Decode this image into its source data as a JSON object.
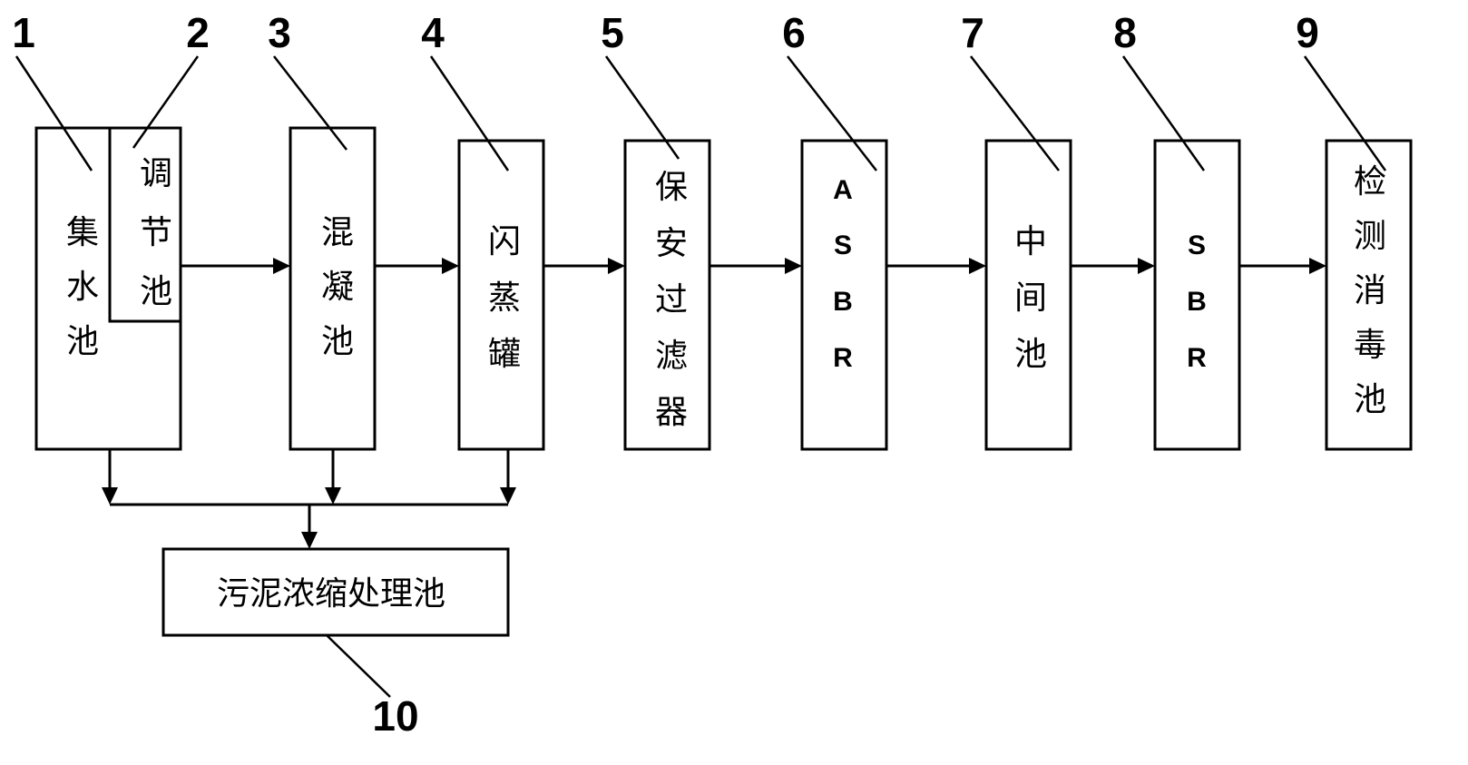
{
  "components": [
    {
      "number": "1",
      "label": [
        "集",
        "水",
        "池"
      ]
    },
    {
      "number": "2",
      "label": [
        "调",
        "节",
        "池"
      ]
    },
    {
      "number": "3",
      "label": [
        "混",
        "凝",
        "池"
      ]
    },
    {
      "number": "4",
      "label": [
        "闪",
        "蒸",
        "罐"
      ]
    },
    {
      "number": "5",
      "label": [
        "保",
        "安",
        "过",
        "滤",
        "器"
      ]
    },
    {
      "number": "6",
      "label": [
        "A",
        "S",
        "B",
        "R"
      ]
    },
    {
      "number": "7",
      "label": [
        "中",
        "间",
        "池"
      ]
    },
    {
      "number": "8",
      "label": [
        "S",
        "B",
        "R"
      ]
    },
    {
      "number": "9",
      "label": [
        "检",
        "测",
        "消",
        "毒",
        "池"
      ]
    },
    {
      "number": "10",
      "label": "污泥浓缩处理池"
    }
  ]
}
